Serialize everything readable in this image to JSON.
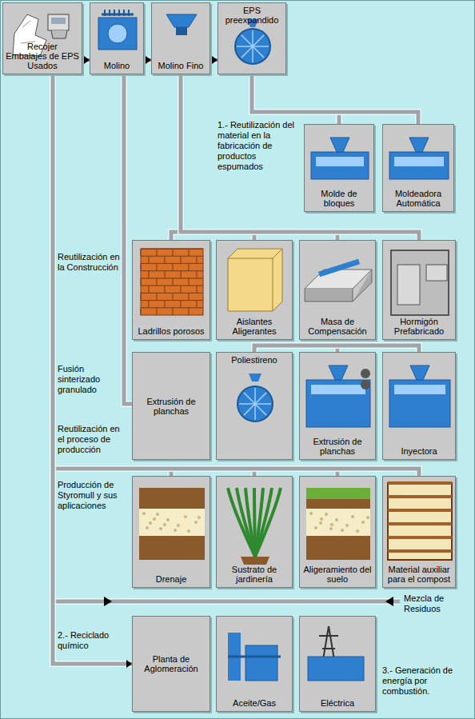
{
  "diagram": {
    "nodes": [
      {
        "text": [
          "Recojer Embalajes de EPS Usados"
        ]
      },
      {
        "text": [
          "Molino"
        ]
      },
      {
        "text": [
          "Molino Fino"
        ]
      },
      {
        "text": [
          "EPS preexpandido"
        ]
      },
      {
        "text": [
          "Molde de bloques"
        ]
      },
      {
        "text": [
          "Moldeadora Automática"
        ]
      },
      {
        "text": [
          "Ladrillos porosos"
        ]
      },
      {
        "text": [
          "Aislantes Aligerantes"
        ]
      },
      {
        "text": [
          "Masa de Compensación"
        ]
      },
      {
        "text": [
          "Hormigón Prefabricado"
        ]
      },
      {
        "text": [
          "Extrusión de planchas"
        ]
      },
      {
        "text": [
          "Poliestireno"
        ]
      },
      {
        "text": [
          "Extrusión de planchas"
        ]
      },
      {
        "text": [
          "Inyectora"
        ]
      },
      {
        "text": [
          "Drenaje"
        ]
      },
      {
        "text": [
          "Sustrato de jardinería"
        ]
      },
      {
        "text": [
          "Aligeramiento del suelo"
        ]
      },
      {
        "text": [
          "Material auxiliar para el compost"
        ]
      },
      {
        "text": [
          "Planta de Aglomeración"
        ]
      },
      {
        "text": [
          "Aceite/Gas"
        ]
      },
      {
        "text": [
          "Eléctrica"
        ]
      }
    ],
    "edges": [
      {
        "from": 0,
        "to": 1,
        "arrow": "to"
      },
      {
        "from": 1,
        "to": 2,
        "arrow": "to"
      },
      {
        "from": 2,
        "to": 3,
        "arrow": "to"
      },
      {
        "from": 3,
        "to": 4,
        "arrow": "none"
      },
      {
        "from": 3,
        "to": 5,
        "arrow": "none"
      },
      {
        "from": 2,
        "to": 6,
        "arrow": "none"
      },
      {
        "from": 2,
        "to": 7,
        "arrow": "none"
      },
      {
        "from": 2,
        "to": 8,
        "arrow": "none"
      },
      {
        "from": 2,
        "to": 9,
        "arrow": "none"
      },
      {
        "from": 1,
        "to": 10,
        "arrow": "none"
      },
      {
        "from": 11,
        "to": 12,
        "arrow": "none"
      },
      {
        "from": 11,
        "to": 13,
        "arrow": "none"
      },
      {
        "from": 0,
        "to": 14,
        "arrow": "none"
      },
      {
        "from": 0,
        "to": 15,
        "arrow": "none"
      },
      {
        "from": 0,
        "to": 16,
        "arrow": "none"
      },
      {
        "from": 0,
        "to": 17,
        "arrow": "none"
      },
      {
        "from": 0,
        "to": 18,
        "arrow": "to"
      }
    ],
    "labels": [
      "1.- Reutilización del material en la fabricación de productos espumados",
      "Reutilización en la Construcción",
      "Fusión sinterizado granulado",
      "Reutilización en el proceso de producción",
      "Producción de Styromull y sus aplicaciones",
      "Mezcla de Residuos",
      "2.- Reciclado químico",
      "3.- Generación de energía por combustión."
    ]
  }
}
